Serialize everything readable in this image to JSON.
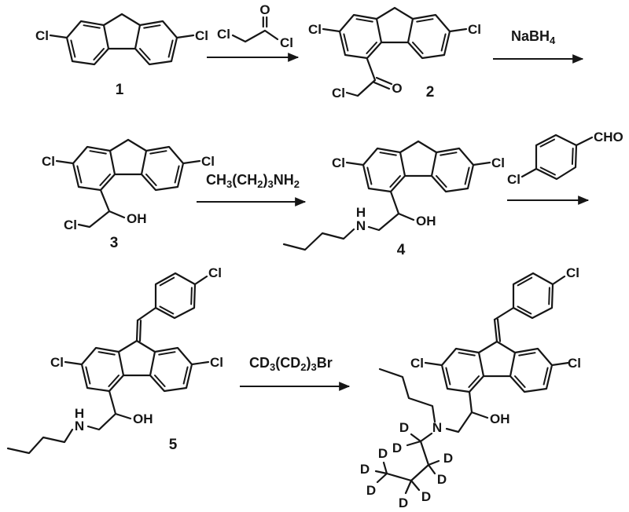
{
  "scheme": {
    "atoms": {
      "cl": "Cl",
      "o": "O",
      "oh": "OH",
      "n": "N",
      "h": "H",
      "d": "D"
    },
    "compound_numbers": {
      "c1": "1",
      "c2": "2",
      "c3": "3",
      "c4": "4",
      "c5": "5"
    },
    "reagents": {
      "nabh4": {
        "parts": [
          "NaBH",
          "4"
        ]
      },
      "butylamine": {
        "parts": [
          "CH",
          "3",
          "(CH",
          "2",
          ")",
          "3",
          "NH",
          "2"
        ]
      },
      "chlorobenzaldehyde": {
        "cho": "CHO"
      },
      "d9_bromobutane": {
        "parts": [
          "CD",
          "3",
          "(CD",
          "2",
          ")",
          "3",
          "Br"
        ]
      }
    },
    "colors": {
      "ink": "#161616",
      "background": "#ffffff"
    }
  }
}
